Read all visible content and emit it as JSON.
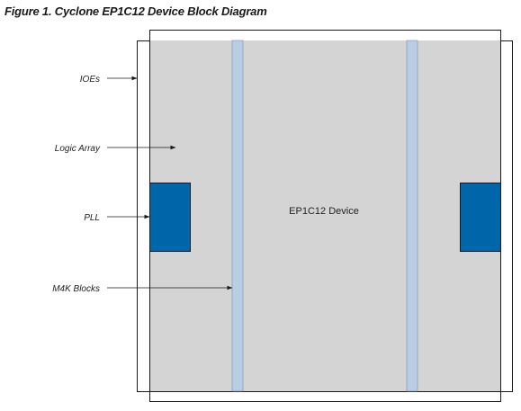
{
  "figure": {
    "title": "Figure 1. Cyclone EP1C12 Device Block Diagram"
  },
  "device": {
    "label": "EP1C12 Device"
  },
  "callouts": {
    "ioes": "IOEs",
    "logic_array": "Logic Array",
    "pll": "PLL",
    "m4k_blocks": "M4K Blocks"
  },
  "colors": {
    "logic_array_fill": "#d4d4d4",
    "m4k_fill": "#b9cde4",
    "pll_fill": "#0066aa",
    "outline": "#1a1a1a",
    "arrow": "#1a1a1a"
  }
}
